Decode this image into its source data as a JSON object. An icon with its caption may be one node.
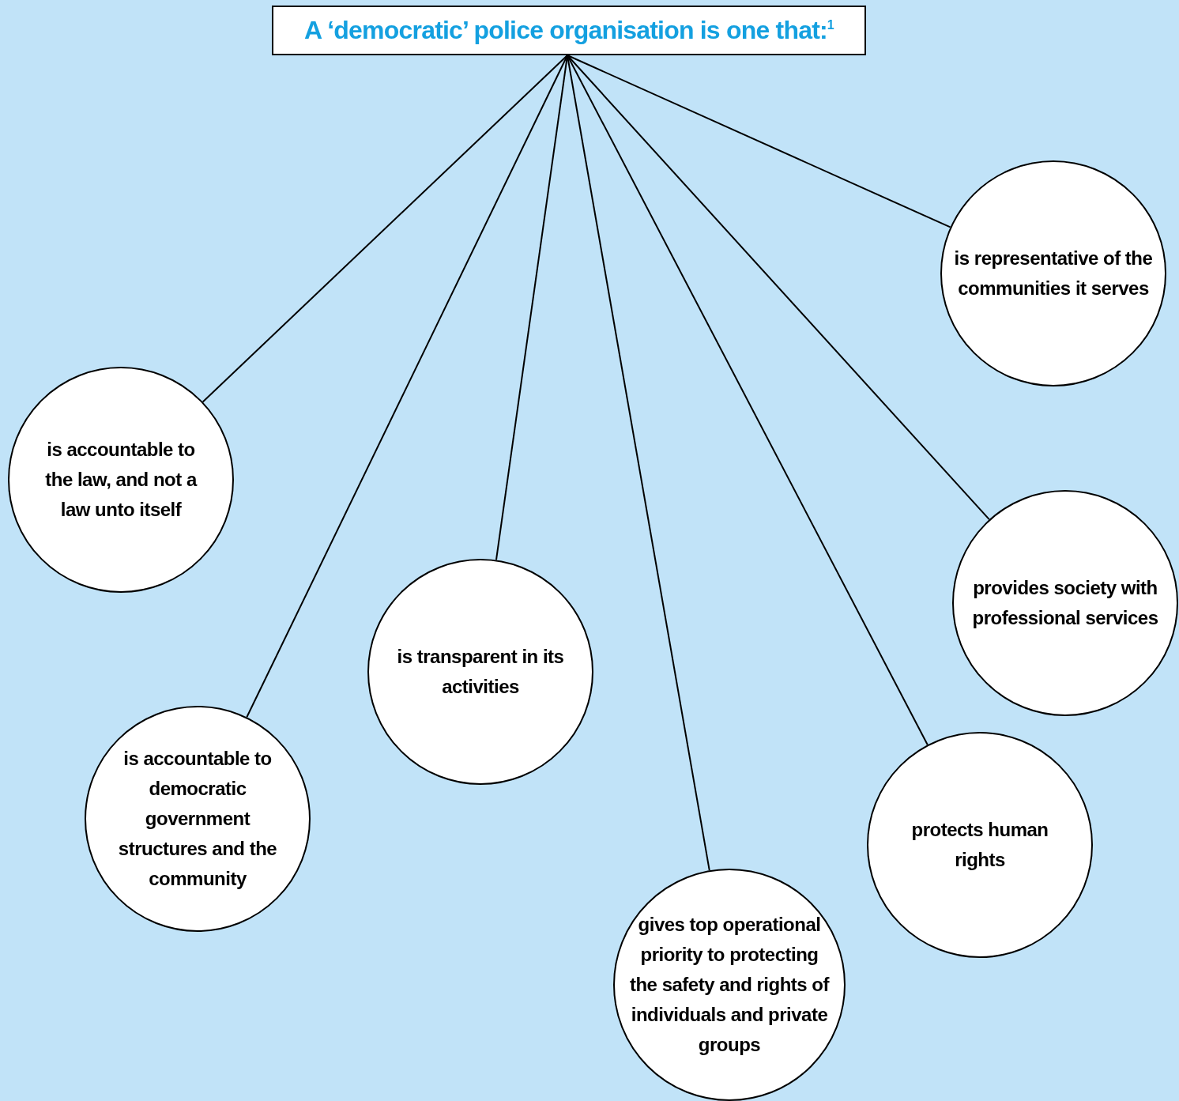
{
  "diagram": {
    "nodes": [
      {
        "text": [
          "A ‘democratic’ police organisation is one that:$^{1}$"
        ]
      },
      {
        "text": [
          "is accountable to the law, and not a law unto itself"
        ]
      },
      {
        "text": [
          "is accountable to democratic government structures and the community"
        ]
      },
      {
        "text": [
          "is transparent in its activities"
        ]
      },
      {
        "text": [
          "gives top operational priority to protecting the safety and rights of individuals and private groups"
        ]
      },
      {
        "text": [
          "protects human rights"
        ]
      },
      {
        "text": [
          "provides society with professional services"
        ]
      },
      {
        "text": [
          "is representative of the communities it serves"
        ]
      }
    ],
    "edges": [
      {
        "from": 0,
        "to": 1,
        "arrow": "none"
      },
      {
        "from": 0,
        "to": 2,
        "arrow": "none"
      },
      {
        "from": 0,
        "to": 3,
        "arrow": "none"
      },
      {
        "from": 0,
        "to": 4,
        "arrow": "none"
      },
      {
        "from": 0,
        "to": 5,
        "arrow": "none"
      },
      {
        "from": 0,
        "to": 6,
        "arrow": "none"
      },
      {
        "from": 0,
        "to": 7,
        "arrow": "none"
      }
    ]
  }
}
